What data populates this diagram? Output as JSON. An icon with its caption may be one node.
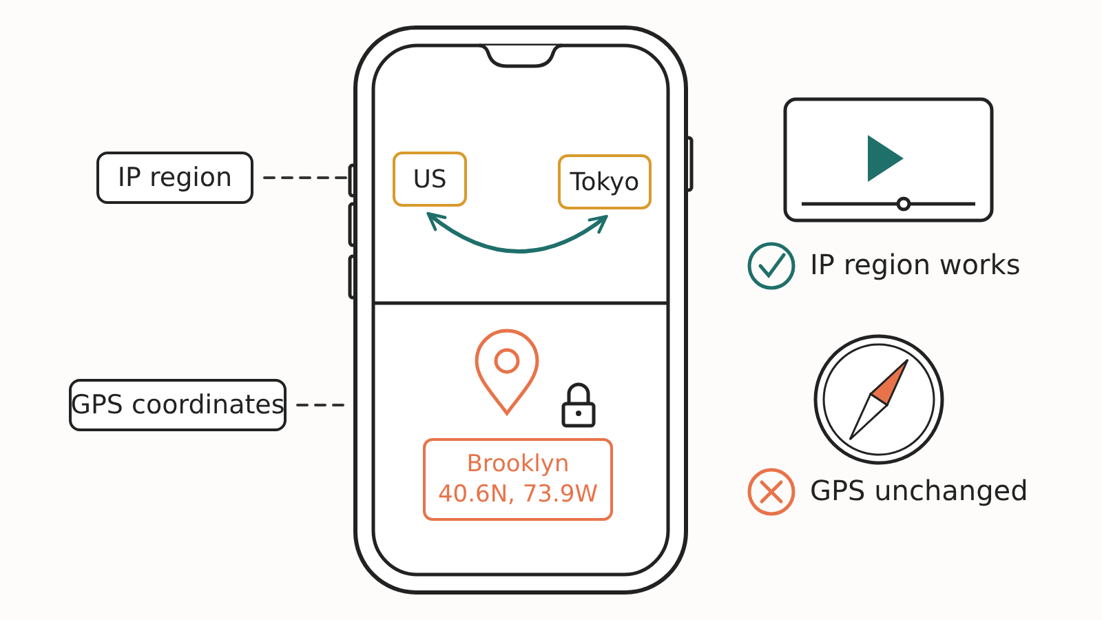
{
  "diagram": {
    "nodes": [
      {
        "text": [
          "IP region"
        ]
      },
      {
        "text": [
          "GPS coordinates"
        ]
      },
      {
        "text": [],
        "shape": "box"
      },
      {
        "text": [
          "US"
        ],
        "in": 2
      },
      {
        "text": [
          "Tokyo"
        ],
        "in": 2
      },
      {
        "text": [
          "Brooklyn",
          "40.6N, 73.9W"
        ],
        "in": 2
      }
    ],
    "edges": [
      {
        "from": 0,
        "to": 2,
        "arrow": "none",
        "style": "dashed"
      },
      {
        "from": 1,
        "to": 2,
        "arrow": "none",
        "style": "dashed"
      },
      {
        "from": 3,
        "to": 4,
        "arrow": "both",
        "color": "#1f6f6b"
      }
    ],
    "labels": [
      "IP region works",
      "GPS unchanged"
    ]
  }
}
